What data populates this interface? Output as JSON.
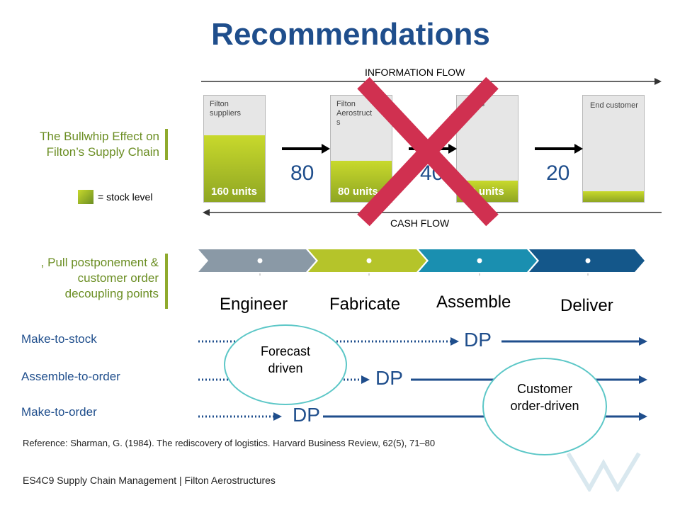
{
  "slide": {
    "title": "Recommendations",
    "footer": "ES4C9 Supply Chain Management | Filton Aerostructures",
    "reference": "Reference: Sharman, G. (1984). The rediscovery of logistics. Harvard Business Review, 62(5), 71–80"
  },
  "bullwhip": {
    "side_label_line1": "The Bullwhip Effect on",
    "side_label_line2": "Filton’s Supply Chain",
    "legend_text": "= stock level",
    "information_flow": "INFORMATION FLOW",
    "cash_flow": "CASH FLOW",
    "boxes": [
      {
        "name_line1": "Filton",
        "name_line2": "suppliers",
        "name_line3": "",
        "stock_label": "160 units",
        "stock_fraction": 0.63
      },
      {
        "name_line1": "Filton",
        "name_line2": "Aerostruct",
        "name_line3": "s",
        "stock_label": "80 units",
        "stock_fraction": 0.39
      },
      {
        "name_line1": "Airbus",
        "name_line2": "",
        "name_line3": "",
        "stock_label": "40 units",
        "stock_fraction": 0.2
      },
      {
        "name_line1": "End customer",
        "name_line2": "",
        "name_line3": "",
        "stock_label": "",
        "stock_fraction": 0.1
      }
    ],
    "order_quantities": [
      "80",
      "40",
      "20"
    ]
  },
  "postponement": {
    "side_label_line1": ", Pull postponement &",
    "side_label_line2": "customer order",
    "side_label_line3": "decoupling points",
    "stages": [
      "Engineer",
      "Fabricate",
      "Assemble",
      "Deliver"
    ],
    "stage_colors": [
      "#8a99a6",
      "#b5c42a",
      "#1a8fb0",
      "#14578a"
    ],
    "modes": [
      {
        "label": "Make-to-stock",
        "dp": "DP"
      },
      {
        "label": "Assemble-to-order",
        "dp": "DP"
      },
      {
        "label": "Make-to-order",
        "dp": "DP"
      }
    ],
    "forecast_line1": "Forecast",
    "forecast_line2": "driven",
    "customer_line1": "Customer",
    "customer_line2": "order-driven"
  },
  "colors": {
    "title": "#1f4e8c",
    "accent_green": "#8faa2d",
    "cross": "#d03050"
  }
}
